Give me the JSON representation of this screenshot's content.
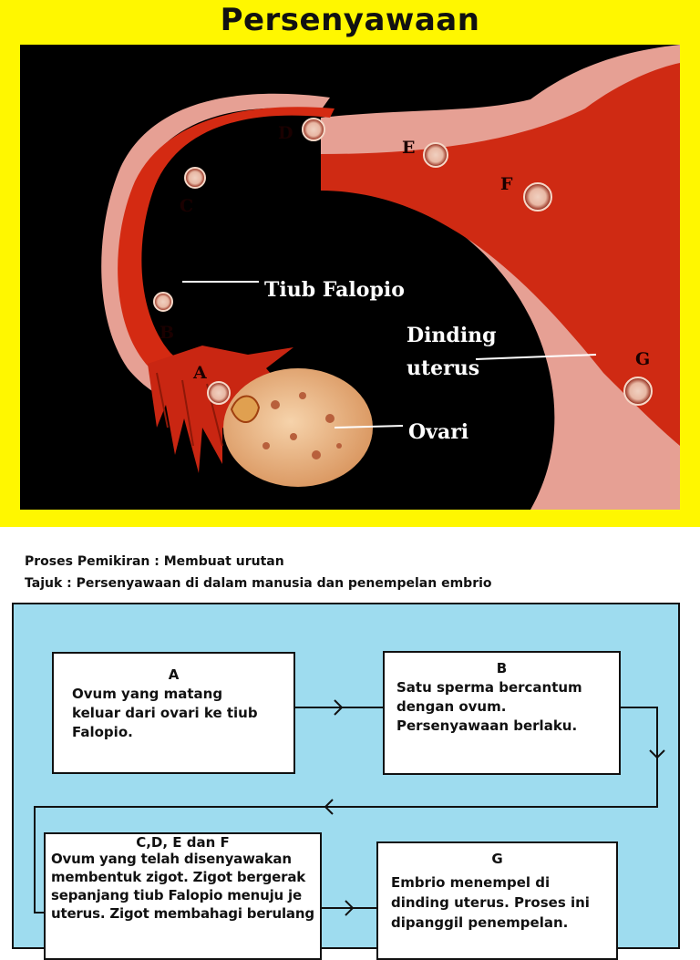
{
  "poster": {
    "title": "Persenyawaan",
    "labels": {
      "a": "A",
      "b": "B",
      "c": "C",
      "d": "D",
      "e": "E",
      "f": "F",
      "g": "G",
      "tube": "Tiub Falopio",
      "wall_line1": "Dinding",
      "wall_line2": "uterus",
      "ovary": "Ovari"
    },
    "colors": {
      "background": "#fff700",
      "illustration_bg": "#000000",
      "tube": "#d42a12",
      "tissue": "#e9a59a",
      "ovary": "#f2c49a"
    }
  },
  "meta": {
    "line1": "Proses Pemikiran : Membuat urutan",
    "line2": "Tajuk : Persenyawaan di dalam manusia dan penempelan embrio"
  },
  "flowchart": {
    "background_color": "#9edcef",
    "boxes": {
      "a": {
        "heading": "A",
        "text": "Ovum yang matang\nkeluar dari ovari ke tiub\n     Falopio."
      },
      "b": {
        "heading": "B",
        "text": "Satu sperma bercantum\ndengan ovum.\nPersenyawaan berlaku."
      },
      "cdef": {
        "heading": "C,D, E dan F",
        "text": "Ovum yang telah disenyawakan\nmembentuk zigot. Zigot bergerak\nsepanjang tiub Falopio menuju je\nuterus. Zigot membahagi berulang"
      },
      "g": {
        "heading": "G",
        "text": "Embrio menempel di\ndinding uterus. Proses ini\ndipanggil penempelan."
      }
    }
  }
}
